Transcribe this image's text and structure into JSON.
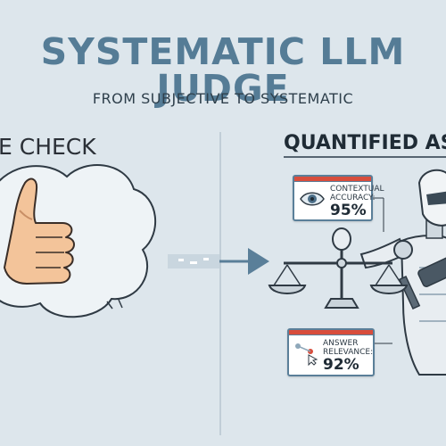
{
  "header": {
    "title": "SYSTEMATIC LLM JUDGE",
    "subtitle": "FROM SUBJECTIVE TO SYSTEMATIC"
  },
  "left_panel": {
    "heading": "E CHECK",
    "icon": "thumbs-up-icon"
  },
  "right_panel": {
    "heading": "QUANTIFIED AS",
    "metrics": [
      {
        "label_line1": "CONTEXTUAL",
        "label_line2": "ACCURACY:",
        "value": "95%",
        "icon": "eye-icon"
      },
      {
        "label_line1": "ANSWER",
        "label_line2": "RELEVANCE:",
        "value": "92%",
        "icon": "cursor-graph-icon"
      }
    ],
    "icons": [
      "balance-scale-icon",
      "robot-icon"
    ]
  },
  "colors": {
    "background": "#dde6ec",
    "title": "#557c96",
    "accent_red": "#d84d3c",
    "arrow": "#5a7f99"
  }
}
